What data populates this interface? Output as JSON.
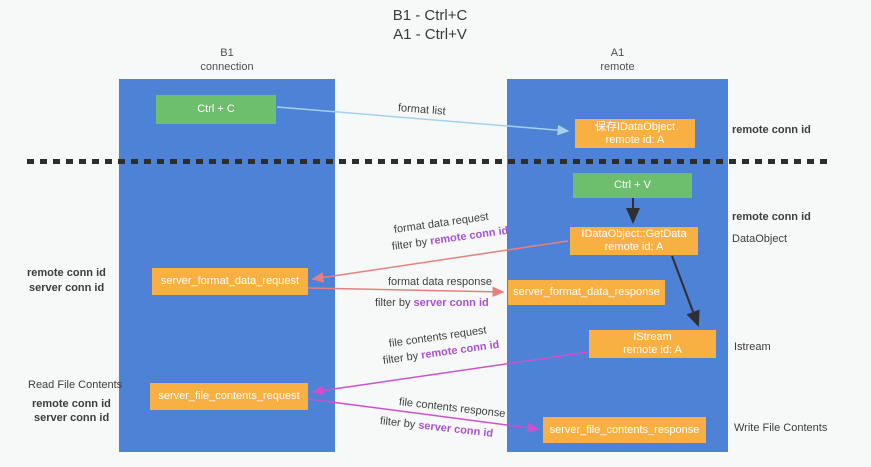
{
  "title": {
    "line1": "B1 - Ctrl+C",
    "line2": "A1 - Ctrl+V"
  },
  "lanes": {
    "left": {
      "name": "B1",
      "role": "connection"
    },
    "right": {
      "name": "A1",
      "role": "remote"
    }
  },
  "nodes": {
    "ctrl_c": {
      "label": "Ctrl + C"
    },
    "ctrl_v": {
      "label": "Ctrl + V"
    },
    "save_dataobject": {
      "line1": "保存IDataObject",
      "line2": "remote id: A"
    },
    "getdata": {
      "line1": "IDataObject::GetData",
      "line2": "remote id: A"
    },
    "istream": {
      "line1": "IStream",
      "line2": "remote id: A"
    },
    "format_request": {
      "label": "server_format_data_request"
    },
    "format_response": {
      "label": "server_format_data_response"
    },
    "file_request": {
      "label": "server_file_contents_request"
    },
    "file_response": {
      "label": "server_file_contents_response"
    }
  },
  "edge_labels": {
    "format_list": "format list",
    "format_data_request": "format data request",
    "format_data_response": "format data response",
    "file_contents_request": "file contents request",
    "file_contents_response": "file contents response",
    "filter_by": "filter by",
    "remote_conn_id": "remote conn id",
    "server_conn_id": "server conn id"
  },
  "annotations": {
    "remote_conn_id_top_right": "remote conn id",
    "remote_conn_id_mid_right": "remote conn id",
    "dataobject": "DataObject",
    "istream": "Istream",
    "write_file_contents": "Write File Contents",
    "read_file_contents": "Read File Contents",
    "remote_conn_id_left_upper": "remote conn id",
    "server_conn_id_left_upper": "server conn id",
    "remote_conn_id_left_lower": "remote conn id",
    "server_conn_id_left_lower": "server conn id"
  },
  "colors": {
    "background": "#f7f8f8",
    "lane_blue": "#4d82d6",
    "box_orange": "#f9b042",
    "box_green": "#6dbe6d",
    "arrow_light_blue": "#a3d1ee",
    "arrow_black": "#2f2f2f",
    "arrow_salmon": "#e87f7f",
    "arrow_magenta": "#cc52cc",
    "text_purple": "#a952d1",
    "text_green": "#5cb860",
    "text_dark": "#3d3d3d"
  }
}
